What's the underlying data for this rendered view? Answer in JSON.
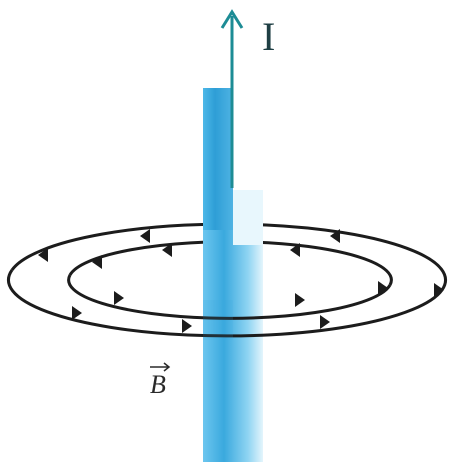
{
  "labels": {
    "current": "I",
    "field": "B"
  },
  "colors": {
    "wire_light": "#d9f0fb",
    "wire_mid": "#57bde7",
    "wire_dark": "#2f9fd6",
    "arrow": "#1d8c95",
    "field_lines": "#1c1c1c",
    "label_current": "#1f3f44",
    "label_field": "#2a2a2a"
  },
  "field_loops": 2,
  "current_direction": "up",
  "field_direction": "counterclockwise-viewed-from-top"
}
